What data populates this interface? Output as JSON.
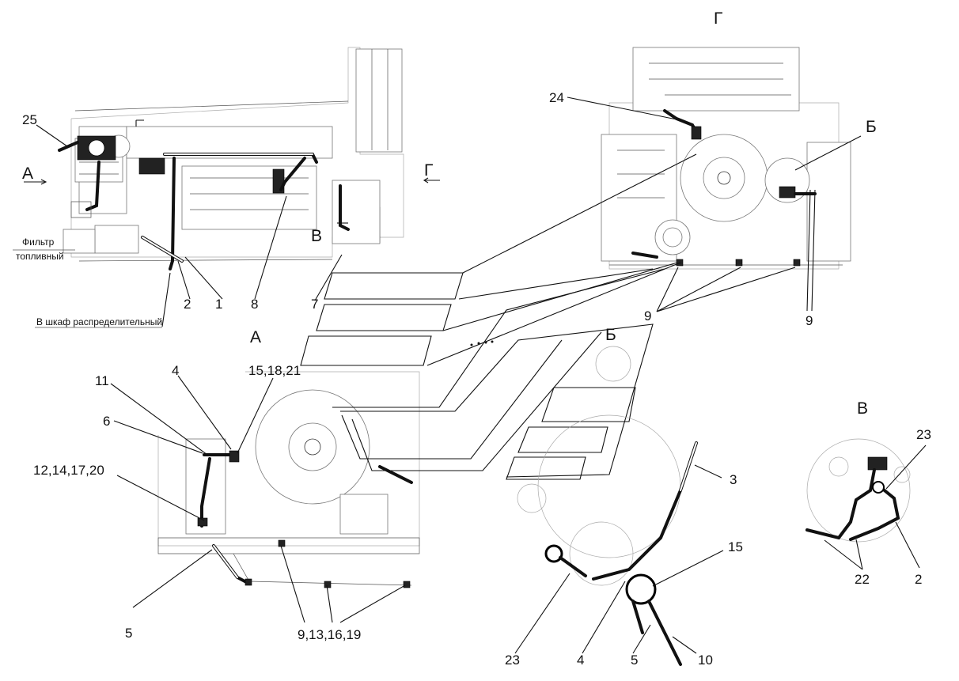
{
  "callouts": {
    "n25": "25",
    "n1": "1",
    "n2": "2",
    "n8": "8",
    "n7": "7",
    "n24": "24",
    "n9a": "9",
    "n9b": "9",
    "n11": "11",
    "n4a": "4",
    "n6": "6",
    "n15_18_21": "15,18,21",
    "n12_14_17_20": "12,14,17,20",
    "n5a": "5",
    "n9_13_16_19": "9,13,16,19",
    "n3": "3",
    "n15": "15",
    "n23a": "23",
    "n4b": "4",
    "n5b": "5",
    "n10": "10",
    "n23b": "23",
    "n22": "22",
    "n2b": "2"
  },
  "view_letters": {
    "arrow_a": "А",
    "arrow_g": "Г",
    "arrow_v": "В",
    "view_a": "А",
    "view_b": "Б",
    "view_g": "Г",
    "view_v": "В",
    "detail_b": "Б"
  },
  "notes": {
    "filter_line1": "Фильтр",
    "filter_line2": "топливный",
    "to_cabinet": "В шкаф распределительный"
  }
}
